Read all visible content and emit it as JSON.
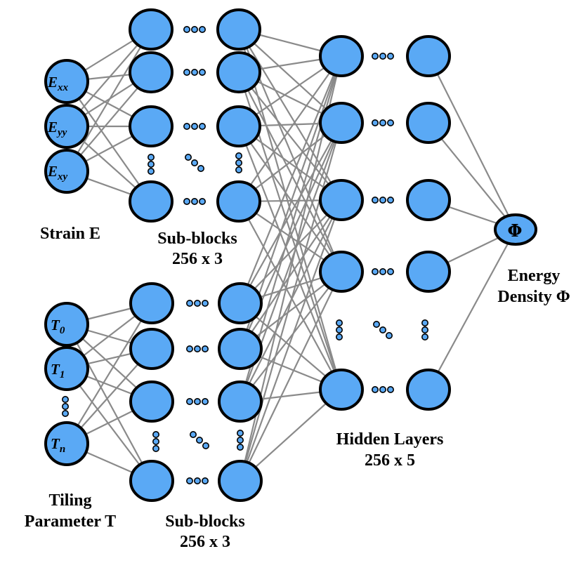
{
  "inputs": {
    "strain": {
      "label": "Strain E",
      "nodes": [
        {
          "base": "E",
          "sub": "xx"
        },
        {
          "base": "E",
          "sub": "yy"
        },
        {
          "base": "E",
          "sub": "xy"
        }
      ]
    },
    "tiling": {
      "label_line1": "Tiling",
      "label_line2": "Parameter T",
      "nodes": [
        {
          "base": "T",
          "sub": "0"
        },
        {
          "base": "T",
          "sub": "1"
        },
        {
          "base": "T",
          "sub": "n"
        }
      ]
    }
  },
  "subblocks_top": {
    "line1": "Sub-blocks",
    "line2": "256 x 3"
  },
  "subblocks_bottom": {
    "line1": "Sub-blocks",
    "line2": "256 x 3"
  },
  "hidden": {
    "line1": "Hidden Layers",
    "line2": "256 x 5"
  },
  "output": {
    "node_symbol": "Φ",
    "line1": "Energy",
    "line2": "Density Φ"
  },
  "colors": {
    "node_fill": "#5aa9f5",
    "node_stroke": "#000000",
    "edge": "#8a8a8a"
  }
}
